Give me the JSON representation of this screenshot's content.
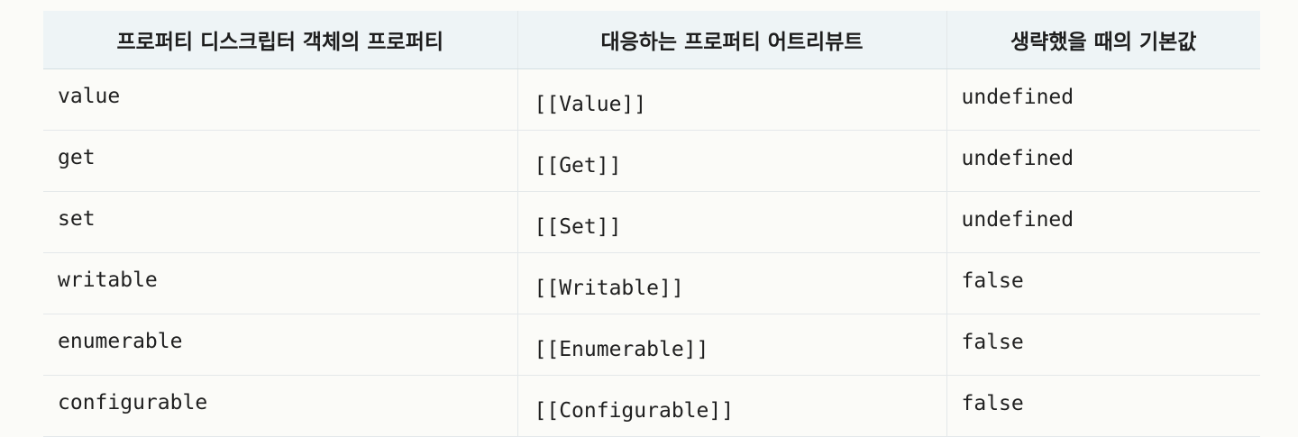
{
  "table": {
    "headers": [
      "프로퍼티 디스크립터 객체의 프로퍼티",
      "대응하는 프로퍼티 어트리뷰트",
      "생략했을 때의 기본값"
    ],
    "rows": [
      [
        "value",
        "[[Value]]",
        "undefined"
      ],
      [
        "get",
        "[[Get]]",
        "undefined"
      ],
      [
        "set",
        "[[Set]]",
        "undefined"
      ],
      [
        "writable",
        "[[Writable]]",
        "false"
      ],
      [
        "enumerable",
        "[[Enumerable]]",
        "false"
      ],
      [
        "configurable",
        "[[Configurable]]",
        "false"
      ]
    ]
  }
}
